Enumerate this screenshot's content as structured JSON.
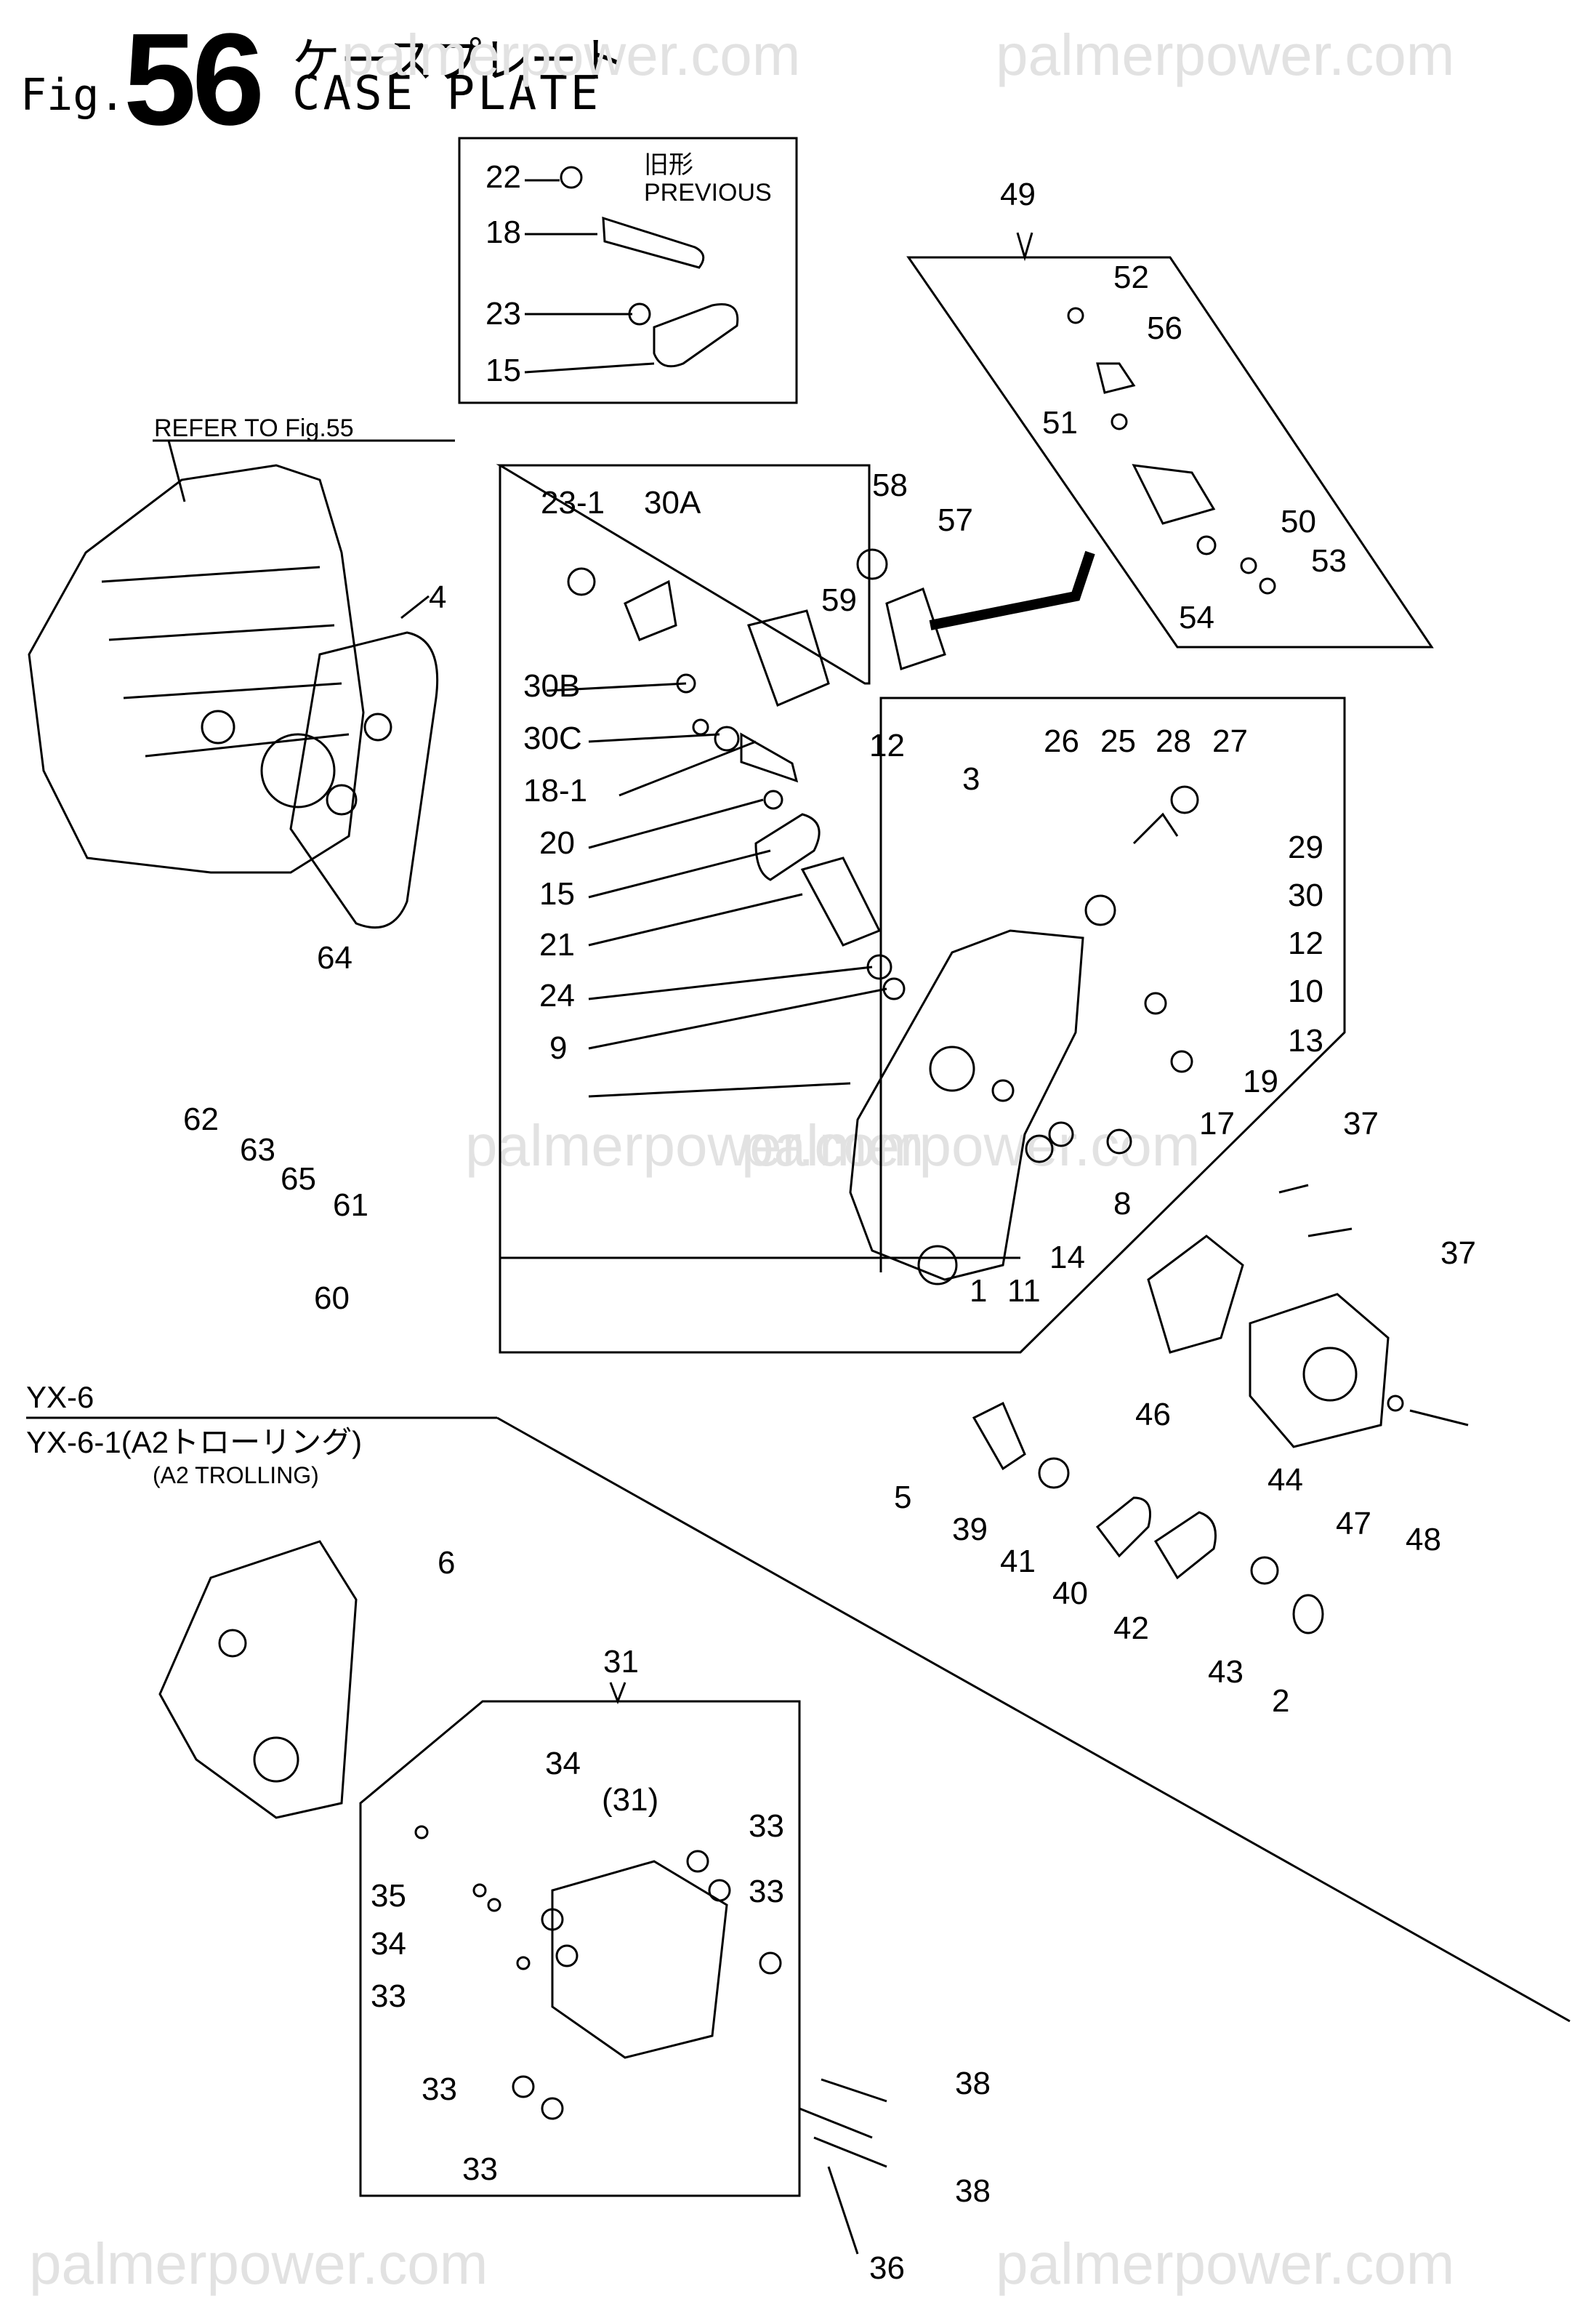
{
  "header": {
    "fig_prefix": "Fig.",
    "fig_number": "56",
    "title_jp": "ケースプレート",
    "title_en": "CASE PLATE"
  },
  "watermarks": [
    "palmerpower.com",
    "palmerpower.com",
    "palmerpower.com",
    "palmerpower.com",
    "palmerpower.com",
    "palmerpower.com"
  ],
  "notes": {
    "previous_jp": "旧形",
    "previous_en": "PREVIOUS",
    "refer": "REFER TO Fig.55",
    "variant_1": "YX-6",
    "variant_2": "YX-6-1(A2トローリング)",
    "variant_2_sub": "(A2 TROLLING)"
  },
  "callouts": {
    "c22": "22",
    "c18": "18",
    "c23": "23",
    "c15a": "15",
    "c23_1": "23-1",
    "c30A": "30A",
    "c30B": "30B",
    "c30C": "30C",
    "c18_1": "18-1",
    "c20": "20",
    "c15b": "15",
    "c21": "21",
    "c24": "24",
    "c9": "9",
    "c4": "4",
    "c64": "64",
    "c62": "62",
    "c63": "63",
    "c65": "65",
    "c61": "61",
    "c60": "60",
    "c49": "49",
    "c52": "52",
    "c56": "56",
    "c51": "51",
    "c50": "50",
    "c53": "53",
    "c54": "54",
    "c58": "58",
    "c57": "57",
    "c59": "59",
    "c12a": "12",
    "c3": "3",
    "c26": "26",
    "c25": "25",
    "c28": "28",
    "c27": "27",
    "c29": "29",
    "c30": "30",
    "c12b": "12",
    "c10": "10",
    "c13": "13",
    "c19": "19",
    "c17": "17",
    "c8": "8",
    "c14": "14",
    "c1": "1",
    "c11": "11",
    "c5": "5",
    "c37a": "37",
    "c37b": "37",
    "c46": "46",
    "c44": "44",
    "c47": "47",
    "c48": "48",
    "c39": "39",
    "c41": "41",
    "c40": "40",
    "c42": "42",
    "c43": "43",
    "c2": "2",
    "c6": "6",
    "c31": "31",
    "c31p": "(31)",
    "c34a": "34",
    "c33a": "33",
    "c33b": "33",
    "c35": "35",
    "c34b": "34",
    "c33c": "33",
    "c33d": "33",
    "c33e": "33",
    "c38a": "38",
    "c38b": "38",
    "c36": "36"
  }
}
